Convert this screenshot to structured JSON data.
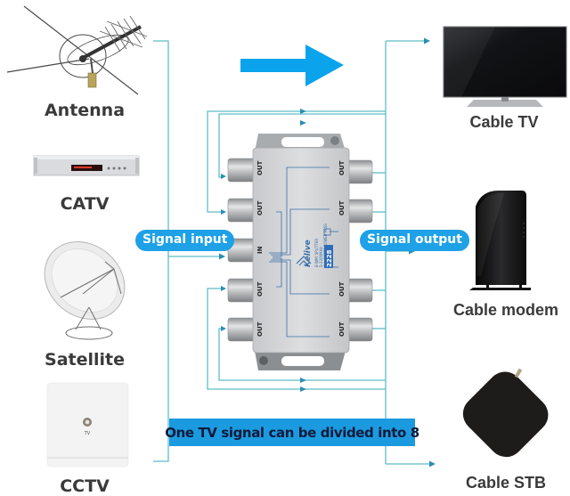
{
  "colors": {
    "line": "#5fbcc8",
    "arrow_tip": "#2a8fb0",
    "accent_blue": "#1ea1e6",
    "big_arrow": "#0aa3ec",
    "label_text": "#3a3a3a",
    "splitter_body": "#d4d6d9",
    "splitter_print": "#3a6fa8"
  },
  "inputs": [
    {
      "label": "Antenna",
      "icon": "antenna-icon"
    },
    {
      "label": "CATV",
      "icon": "catv-headend-icon"
    },
    {
      "label": "Satellite",
      "icon": "satellite-dish-icon"
    },
    {
      "label": "CCTV",
      "icon": "tv-wall-outlet-icon"
    }
  ],
  "outputs": [
    {
      "label": "Cable TV",
      "icon": "television-icon"
    },
    {
      "label": "Cable modem",
      "icon": "cable-modem-icon"
    },
    {
      "label": "Cable STB",
      "icon": "set-top-box-icon"
    }
  ],
  "signal_input_label": "Signal input",
  "signal_output_label": "Signal output",
  "banner_text": "One TV signal can be divided into 8",
  "wall_outlet_text": "TV",
  "splitter": {
    "brand": "Kelive",
    "model_badge": "2228",
    "spec_lines": [
      "8-WAY SPLITTER",
      "5-2300MHz",
      "ALL PORTS POWER PASS"
    ],
    "port_in_label": "IN",
    "port_out_label": "OUT",
    "left_ports": [
      "OUT",
      "OUT",
      "IN",
      "OUT",
      "OUT"
    ],
    "right_ports": [
      "OUT",
      "OUT",
      "OUT",
      "OUT"
    ],
    "total_outputs": 8
  }
}
